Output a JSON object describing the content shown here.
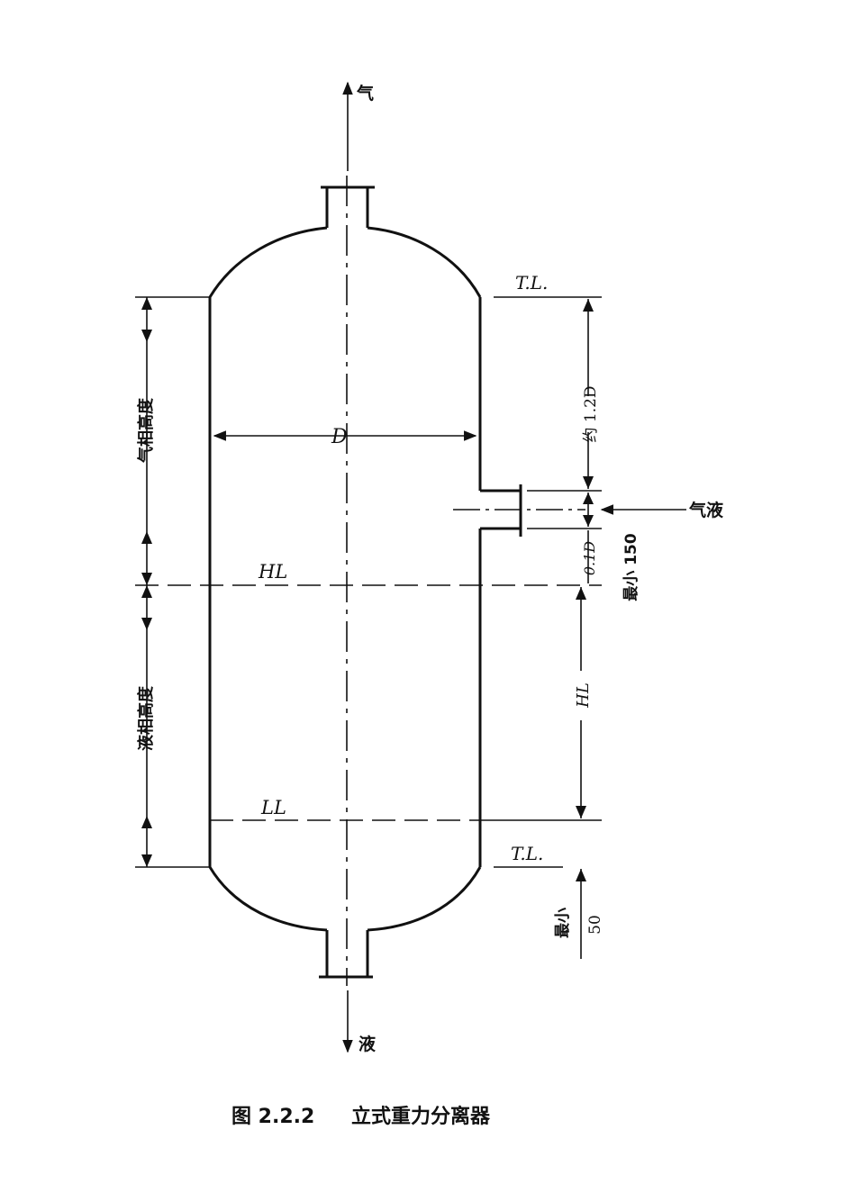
{
  "labels": {
    "gas_outlet": "气",
    "liquid_outlet": "液",
    "feed_inlet": "气液",
    "tangent_line_top": "T.L.",
    "tangent_line_bottom": "T.L.",
    "diameter": "D",
    "vapor_space_height": "约 1.2D",
    "inlet_gap": "0.1D",
    "inlet_min": "最小 150",
    "liquid_height_dim": "HL",
    "bottom_min": "最小",
    "bottom_min_value": "50",
    "high_liquid_level": "HL",
    "low_liquid_level": "LL",
    "gas_phase_height": "气相高度",
    "liquid_phase_height": "液相高度"
  },
  "caption": {
    "number": "图 2.2.2",
    "title": "立式重力分离器"
  }
}
